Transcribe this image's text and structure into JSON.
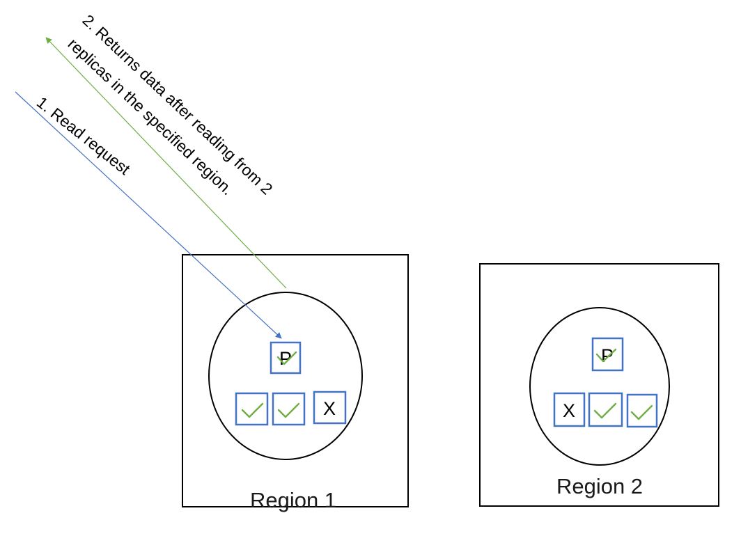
{
  "colors": {
    "read_arrow": "#4472c4",
    "return_arrow": "#70ad47",
    "replica_border": "#4472c4",
    "check": "#70ad47"
  },
  "flows": {
    "read_request": "1. Read request",
    "returns_line1": "2. Returns data after reading from 2",
    "returns_line2": "replicas in the specified region."
  },
  "regions": [
    {
      "label": "Region 1",
      "primary": {
        "letter": "P",
        "status": "ok"
      },
      "secondaries": [
        {
          "letter": "",
          "status": "ok"
        },
        {
          "letter": "",
          "status": "ok"
        },
        {
          "letter": "X",
          "status": "failed"
        }
      ]
    },
    {
      "label": "Region 2",
      "primary": {
        "letter": "P",
        "status": "ok"
      },
      "secondaries": [
        {
          "letter": "X",
          "status": "failed"
        },
        {
          "letter": "",
          "status": "ok"
        },
        {
          "letter": "",
          "status": "ok"
        }
      ]
    }
  ]
}
